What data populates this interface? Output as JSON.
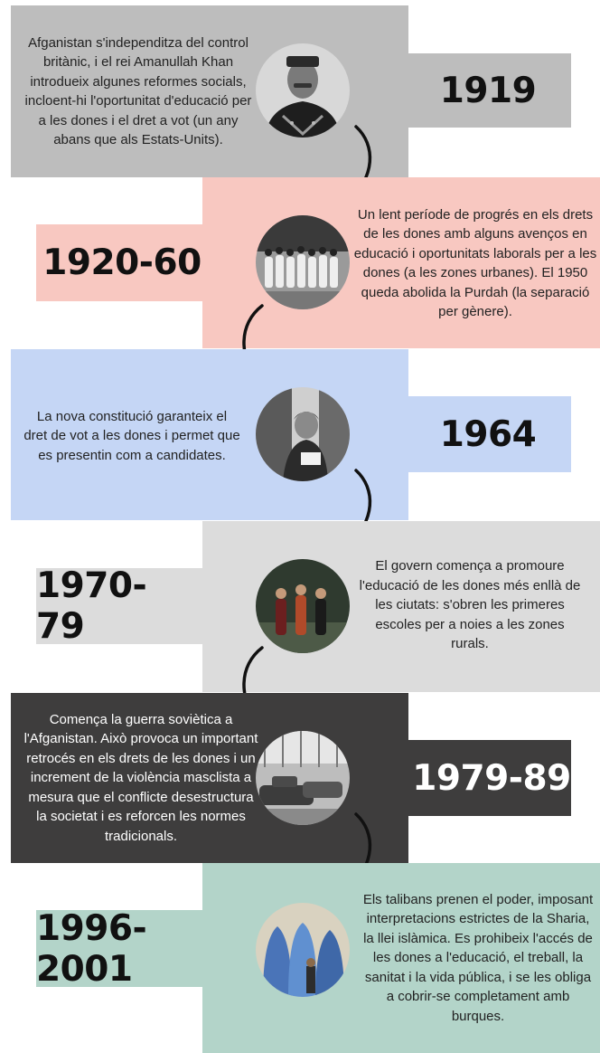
{
  "colors": {
    "gray": "#bdbdbd",
    "pink": "#f8c8c1",
    "blue": "#c5d6f5",
    "lightgray": "#dcdcdc",
    "dark": "#3e3d3d",
    "teal": "#b3d4c9"
  },
  "events": [
    {
      "year": "1919",
      "text": "Afganistan s'independitza del control britànic, i el rei Amanullah Khan introdueix algunes reformes socials, incloent-hi l'oportunitat d'educació per a les dones i el dret a vot (un any abans que als Estats-Units).",
      "photo_icon": "king-portrait-photo"
    },
    {
      "year": "1920-60",
      "text": "Un lent període de progrés en els drets de les dones amb alguns avenços en educació i oportunitats laborals per a les dones (a les zones urbanes). El 1950 queda abolida la Purdah (la separació per gènere).",
      "photo_icon": "women-group-photo"
    },
    {
      "year": "1964",
      "text": "La nova constitució garanteix el dret de vot a les dones i permet que es presentin com a candidates.",
      "photo_icon": "women-voting-photo"
    },
    {
      "year": "1970-79",
      "text": "El govern comença a promoure l'educació de les dones més enllà de les ciutats: s'obren les primeres escoles per a noies a les zones rurals.",
      "photo_icon": "schoolgirls-photo"
    },
    {
      "year": "1979-89",
      "text": "Comença la guerra soviètica a l'Afganistan. Això provoca un important retrocés en els drets de les dones i un increment de la violència masclista a mesura que el conflicte desestructura la societat i es reforcen les normes tradicionals.",
      "photo_icon": "tanks-photo"
    },
    {
      "year": "1996-2001",
      "text": "Els talibans prenen el poder, imposant interpretacions estrictes de la Sharia, la llei islàmica. Es prohibeix l'accés de les dones a l'educació, el treball, la sanitat i la vida pública, i se les obliga a cobrir-se completament amb burques.",
      "photo_icon": "burqa-women-photo"
    }
  ]
}
